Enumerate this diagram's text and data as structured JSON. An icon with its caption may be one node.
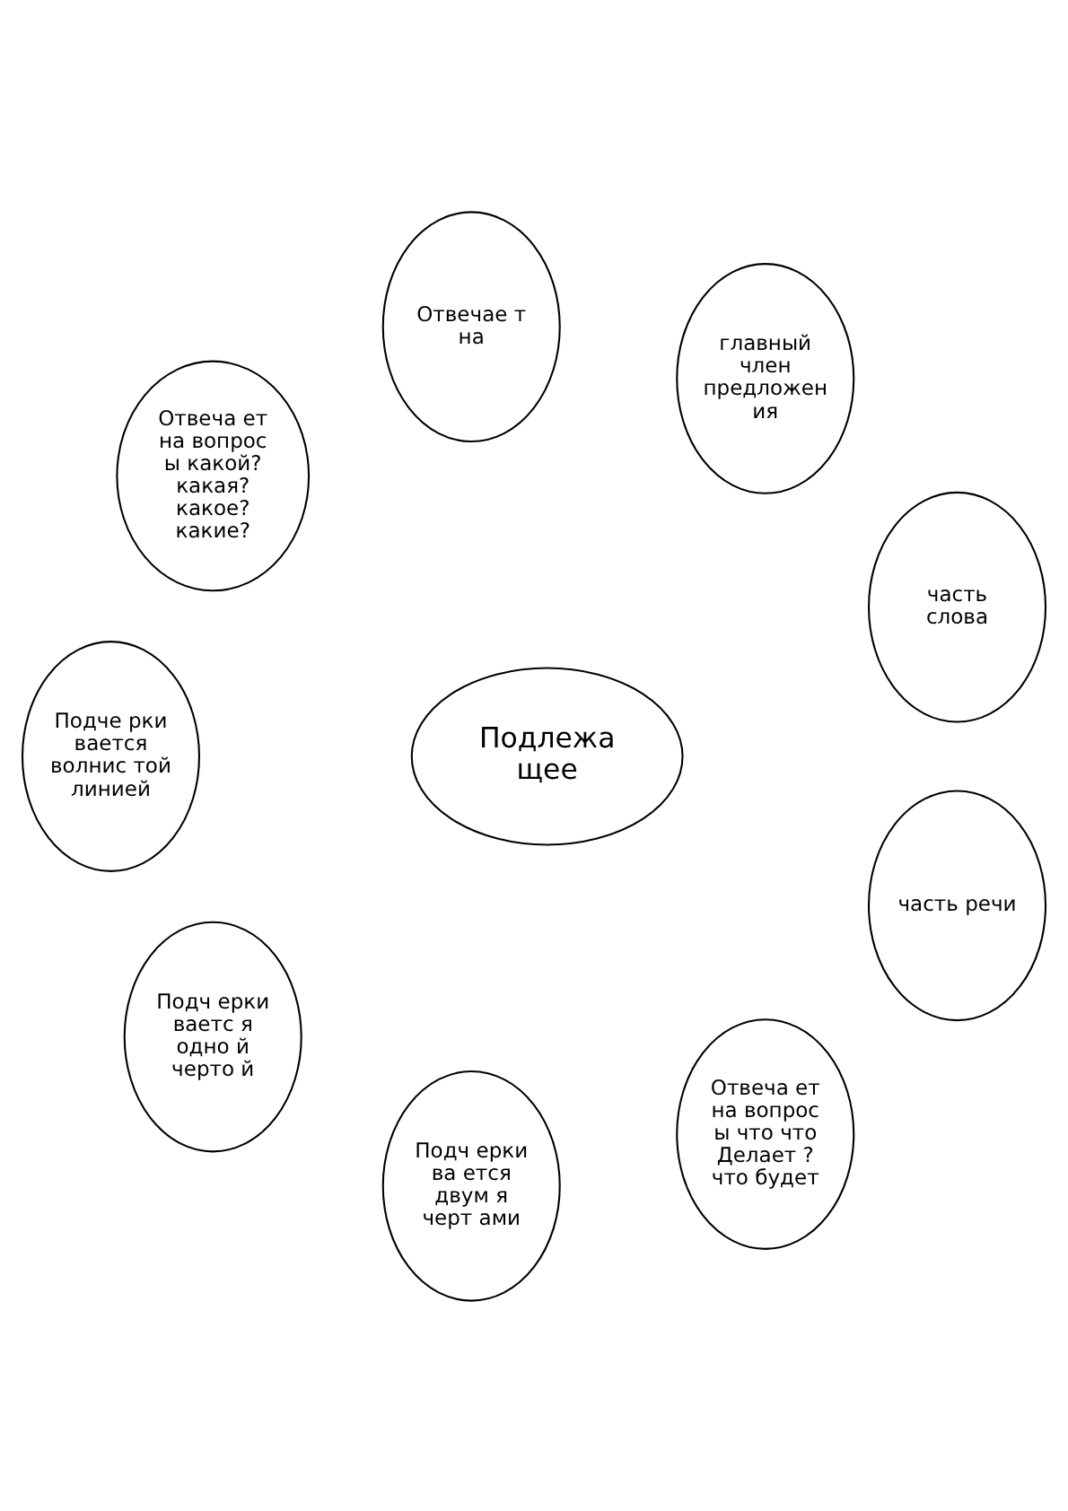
{
  "diagram": {
    "nodes": [
      {
        "text": [
          "Подлежа щее"
        ]
      },
      {
        "text": [
          "часть слова"
        ]
      },
      {
        "text": [
          "главный член предложен ия"
        ]
      },
      {
        "text": [
          "Отвечае т на"
        ]
      },
      {
        "text": [
          "Отвеча ет на вопрос ы какой? какая? какое? какие?"
        ]
      },
      {
        "text": [
          "Подче рки вается волнис той линией"
        ]
      },
      {
        "text": [
          "Подч ерки ваетс я одно й черто й"
        ]
      },
      {
        "text": [
          "Подч ерки ва ется двум я черт ами"
        ]
      },
      {
        "text": [
          "Отвеча ет на вопрос ы что что Делает ? что будет"
        ]
      },
      {
        "text": [
          "часть речи"
        ]
      }
    ]
  }
}
